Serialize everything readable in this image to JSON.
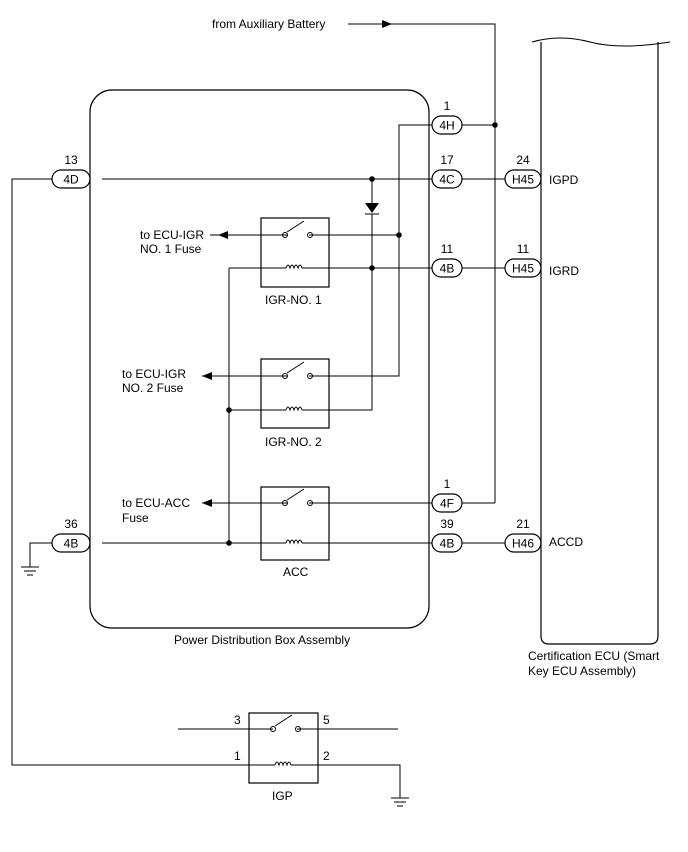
{
  "labels": {
    "aux_battery": "from Auxiliary Battery",
    "pdb": "Power Distribution Box Assembly",
    "ecu_line1": "Certification ECU (Smart",
    "ecu_line2": "Key ECU Assembly)",
    "to_igr1_l1": "to ECU-IGR",
    "to_igr1_l2": "NO. 1 Fuse",
    "to_igr2_l1": "to ECU-IGR",
    "to_igr2_l2": "NO. 2 Fuse",
    "to_acc_l1": "to ECU-ACC",
    "to_acc_l2": "Fuse",
    "igpd": "IGPD",
    "igrd": "IGRD",
    "accd": "ACCD"
  },
  "relays": {
    "igr1": "IGR-NO. 1",
    "igr2": "IGR-NO. 2",
    "acc": "ACC",
    "igp": "IGP"
  },
  "connectors": {
    "c4h": {
      "name": "4H",
      "pin": "1"
    },
    "c4c": {
      "name": "4C",
      "pin": "17"
    },
    "c4b_igr": {
      "name": "4B",
      "pin": "11"
    },
    "c4f": {
      "name": "4F",
      "pin": "1"
    },
    "c4b_acc": {
      "name": "4B",
      "pin": "39"
    },
    "c4d": {
      "name": "4D",
      "pin": "13"
    },
    "c4b_gnd": {
      "name": "4B",
      "pin": "36"
    },
    "h45_igpd": {
      "name": "H45",
      "pin": "24"
    },
    "h45_igrd": {
      "name": "H45",
      "pin": "11"
    },
    "h46_accd": {
      "name": "H46",
      "pin": "21"
    }
  },
  "igp_pins": {
    "p3": "3",
    "p5": "5",
    "p1": "1",
    "p2": "2"
  }
}
